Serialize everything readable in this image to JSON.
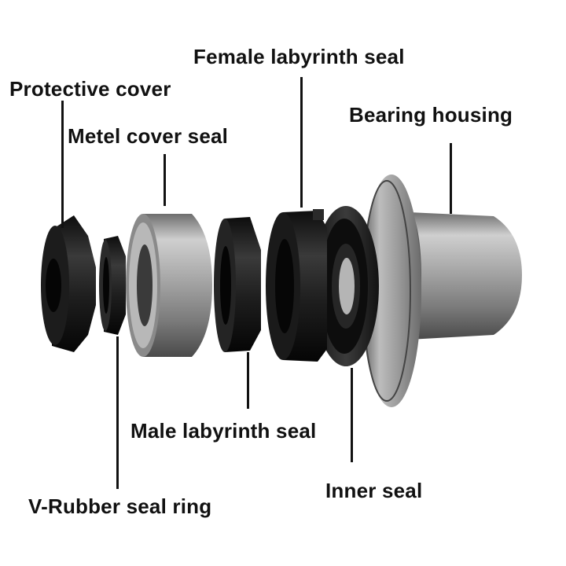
{
  "labels": {
    "protective_cover": "Protective cover",
    "metal_cover_seal": "Metel cover seal",
    "female_labyrinth_seal": "Female labyrinth seal",
    "bearing_housing": "Bearing housing",
    "male_labyrinth_seal": "Male labyrinth seal",
    "inner_seal": "Inner seal",
    "v_rubber_seal_ring": "V-Rubber seal ring"
  },
  "colors": {
    "label_text": "#111111",
    "rubber": "#1b1b1b",
    "steel": "#9a9a9a",
    "background": "#ffffff"
  }
}
